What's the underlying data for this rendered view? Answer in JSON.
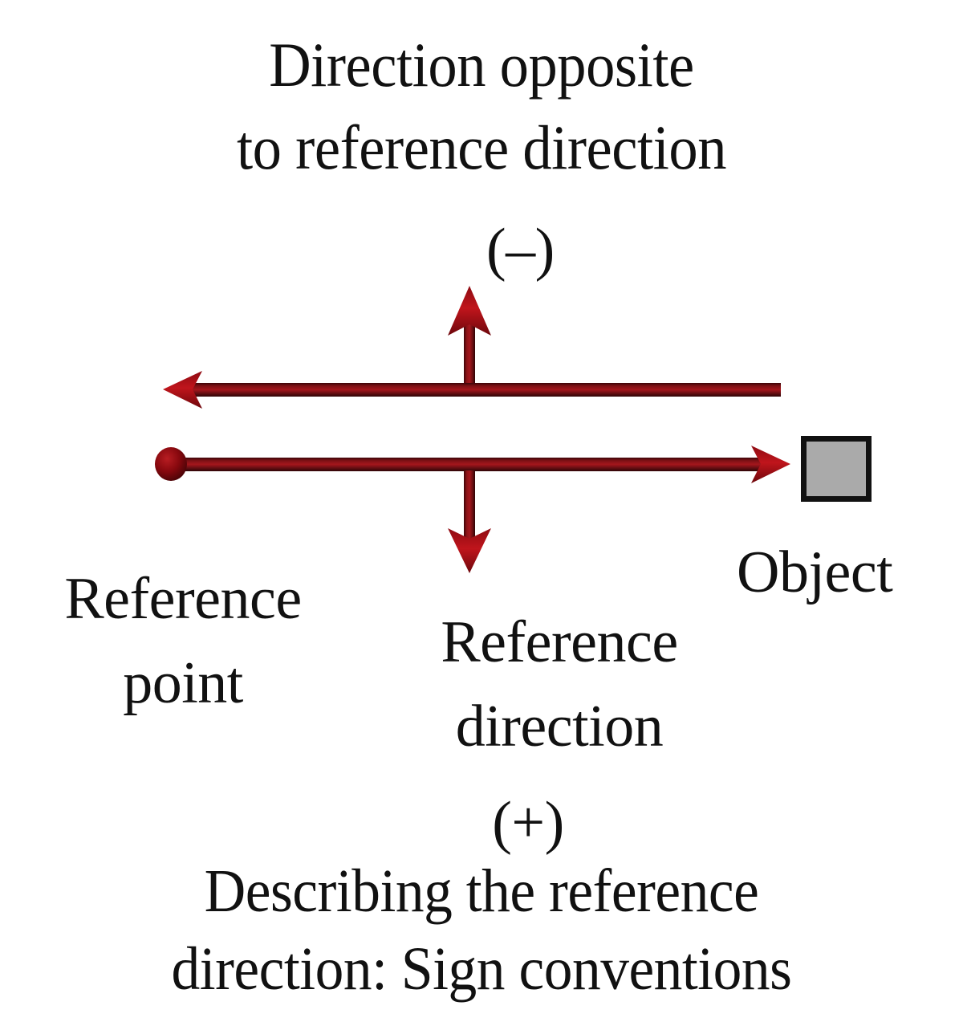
{
  "figure": {
    "background_color": "#ffffff",
    "top_caption": "Direction opposite\nto reference direction",
    "bottom_caption": "Describing the reference\ndirection: Sign conventions",
    "negative_sign": "(–)",
    "positive_sign": "(+)",
    "labels": {
      "reference_point": "Reference\npoint",
      "reference_direction": "Reference\ndirection",
      "object": "Object"
    },
    "colors": {
      "arrow_shaft_dark": "#5c0d10",
      "arrow_shaft_light": "#b01b20",
      "arrow_head": "#a00c14",
      "reference_point_dot": "#8e0d12",
      "object_fill": "#aaaaaa",
      "object_border": "#111111",
      "text": "#111111"
    },
    "arrows": [
      {
        "name": "negative-direction-arrow",
        "orientation": "horizontal",
        "points_toward": "left",
        "sign": "(–)",
        "meaning": "Direction opposite to reference direction"
      },
      {
        "name": "reference-direction-arrow",
        "orientation": "horizontal",
        "points_toward": "right",
        "sign": "(+)",
        "meaning": "Reference direction, from reference point to object"
      },
      {
        "name": "up-tick-arrow",
        "orientation": "vertical",
        "points_toward": "up",
        "sign": "(–)",
        "meaning": "Marks the negative sense"
      },
      {
        "name": "down-tick-arrow",
        "orientation": "vertical",
        "points_toward": "down",
        "sign": "(+)",
        "meaning": "Marks the positive sense"
      }
    ]
  }
}
